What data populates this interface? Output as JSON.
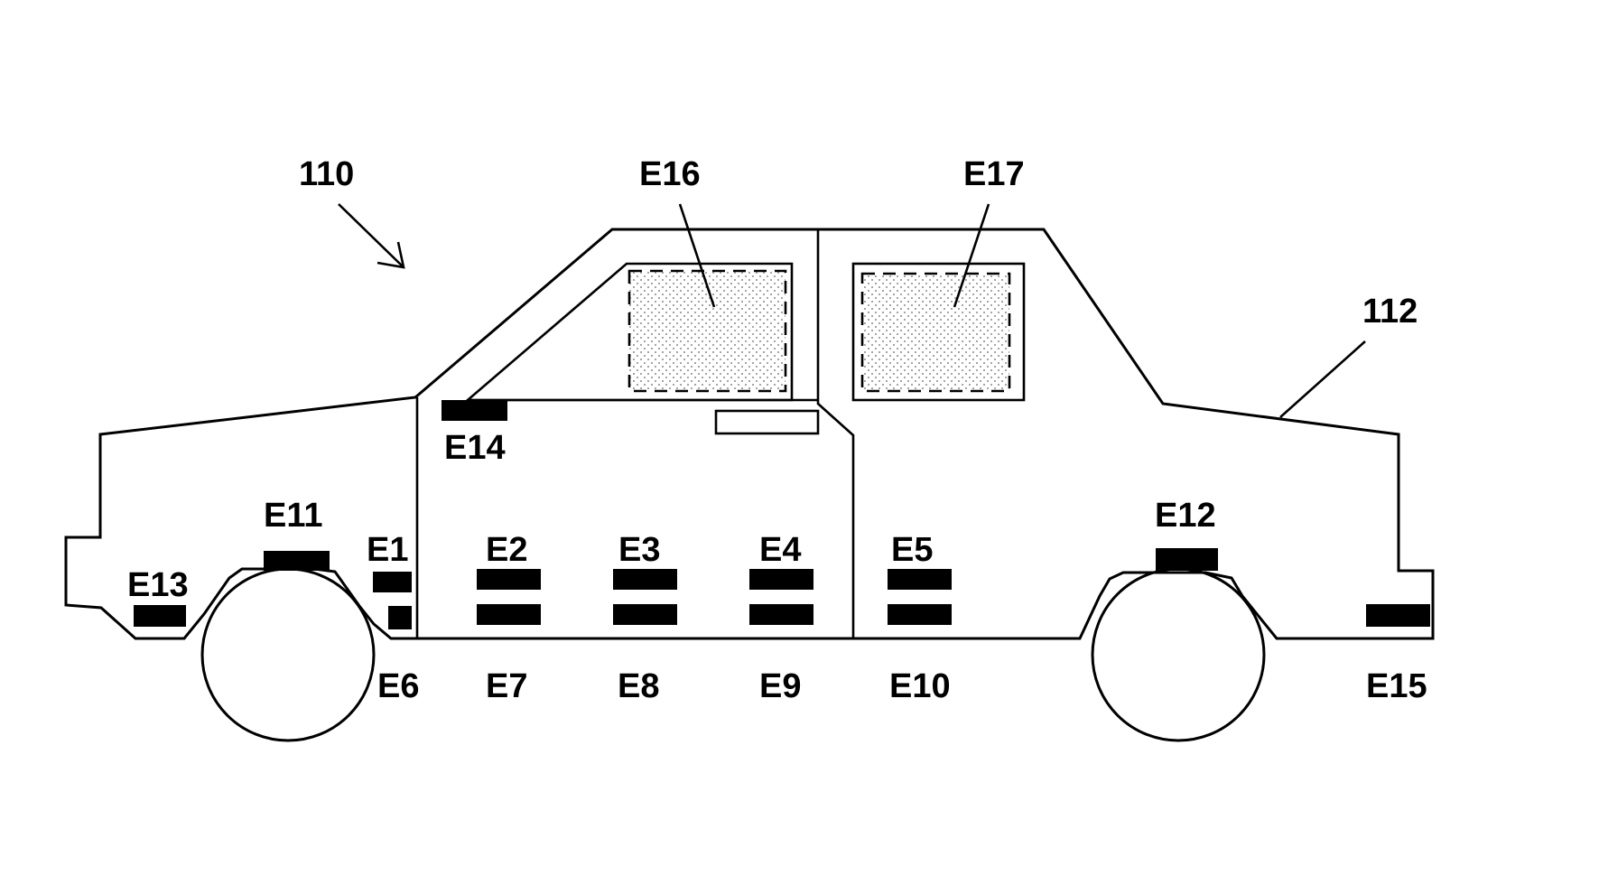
{
  "labels": {
    "ref_110": "110",
    "ref_112": "112",
    "E1": "E1",
    "E2": "E2",
    "E3": "E3",
    "E4": "E4",
    "E5": "E5",
    "E6": "E6",
    "E7": "E7",
    "E8": "E8",
    "E9": "E9",
    "E10": "E10",
    "E11": "E11",
    "E12": "E12",
    "E13": "E13",
    "E14": "E14",
    "E15": "E15",
    "E16": "E16",
    "E17": "E17"
  },
  "colors": {
    "ink": "#000000",
    "paper": "#ffffff",
    "window_dots": "#888888"
  }
}
